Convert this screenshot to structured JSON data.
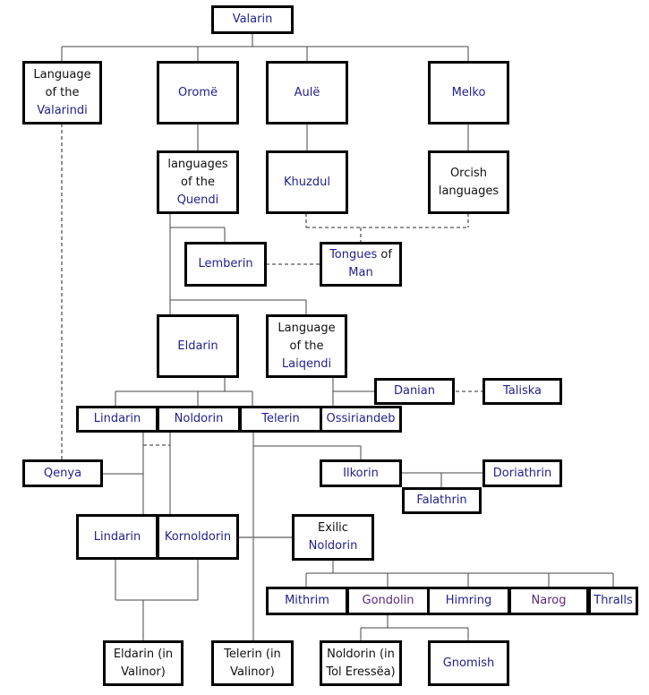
{
  "diagram": {
    "title": "Valarin",
    "colors": {
      "link": "#1f1f8f",
      "visited_link": "#5a2a7a",
      "border": "#000000",
      "line": "#444444"
    },
    "nodes": {
      "valarin": {
        "label": "Valarin"
      },
      "valarindi": {
        "line1": "Language",
        "line2": "of the",
        "line3": "Valarindi"
      },
      "orome": {
        "label": "Oromë"
      },
      "aule": {
        "label": "Aulë"
      },
      "melko": {
        "label": "Melko"
      },
      "quendi": {
        "line1": "languages",
        "line2": "of the",
        "line3": "Quendi"
      },
      "khuzdul": {
        "label": "Khuzdul"
      },
      "orcish": {
        "line1": "Orcish",
        "line2": "languages"
      },
      "lemberin": {
        "label": "Lemberin"
      },
      "tongues": {
        "line1a": "Tongues",
        "line1b": " of",
        "line2": "Man"
      },
      "eldarin": {
        "label": "Eldarin"
      },
      "laiqendi": {
        "line1": "Language",
        "line2": "of the",
        "line3": "Laiqendi"
      },
      "danian": {
        "label": "Danian"
      },
      "taliska": {
        "label": "Taliska"
      },
      "lindarin1": {
        "label": "Lindarin"
      },
      "noldorin1": {
        "label": "Noldorin"
      },
      "telerin1": {
        "label": "Telerin"
      },
      "ossiriandeb": {
        "label": "Ossiriandeb"
      },
      "qenya": {
        "label": "Qenya"
      },
      "ilkorin": {
        "label": "Ilkorin"
      },
      "doriathrin": {
        "label": "Doriathrin"
      },
      "falathrin": {
        "label": "Falathrin"
      },
      "lindarin2": {
        "label": "Lindarin"
      },
      "kornoldorin": {
        "label": "Kornoldorin"
      },
      "exilic": {
        "line1": "Exilic",
        "line2": "Noldorin"
      },
      "mithrim": {
        "label": "Mithrim"
      },
      "gondolin": {
        "label": "Gondolin"
      },
      "himring": {
        "label": "Himring"
      },
      "narog": {
        "label": "Narog"
      },
      "thralls": {
        "label": "Thralls"
      },
      "eldarin_valinor": {
        "line1": "Eldarin (in",
        "line2": "Valinor)"
      },
      "telerin_valinor": {
        "line1": "Telerin (in",
        "line2": "Valinor)"
      },
      "noldorin_tol": {
        "line1": "Noldorin (in",
        "line2": "Tol Eressëa)"
      },
      "gnomish": {
        "label": "Gnomish"
      }
    }
  }
}
